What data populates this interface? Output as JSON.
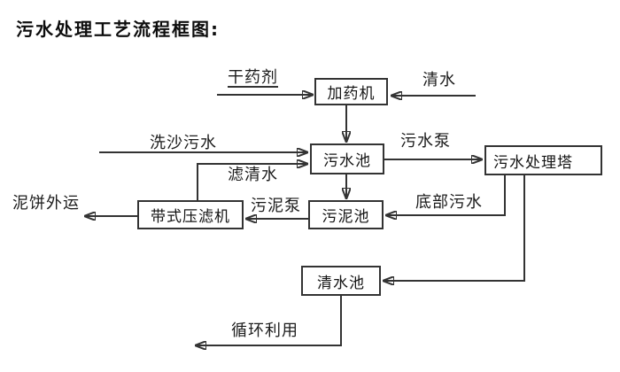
{
  "title": "污水处理工艺流程框图:",
  "colors": {
    "background": "#ffffff",
    "line": "#333333",
    "text": "#111111"
  },
  "diagram": {
    "type": "flowchart",
    "nodes": [
      {
        "id": "dosing-machine",
        "label": "加药机"
      },
      {
        "id": "sewage-pool",
        "label": "污水池"
      },
      {
        "id": "treatment-tower",
        "label": "污水处理塔"
      },
      {
        "id": "sludge-pool",
        "label": "污泥池"
      },
      {
        "id": "belt-filter-press",
        "label": "带式压滤机"
      },
      {
        "id": "clean-water-pool",
        "label": "清水池"
      }
    ],
    "edge_labels": [
      {
        "id": "dry-agent",
        "label": "干药剂"
      },
      {
        "id": "clean-water",
        "label": "清水"
      },
      {
        "id": "sand-washing-sewage",
        "label": "洗沙污水"
      },
      {
        "id": "filtered-water",
        "label": "滤清水"
      },
      {
        "id": "sewage-pump",
        "label": "污水泵"
      },
      {
        "id": "bottom-sewage",
        "label": "底部污水"
      },
      {
        "id": "sludge-pump",
        "label": "污泥泵"
      },
      {
        "id": "mud-cake-out",
        "label": "泥饼外运"
      },
      {
        "id": "recycle-use",
        "label": "循环利用"
      }
    ],
    "edges": [
      {
        "from": "dry-agent-input",
        "to": "dosing-machine",
        "label": "干药剂"
      },
      {
        "from": "clean-water-input",
        "to": "dosing-machine",
        "label": "清水"
      },
      {
        "from": "dosing-machine",
        "to": "sewage-pool",
        "label": ""
      },
      {
        "from": "sand-washing-input",
        "to": "sewage-pool",
        "label": "洗沙污水"
      },
      {
        "from": "belt-filter-press",
        "to": "sewage-pool",
        "label": "滤清水"
      },
      {
        "from": "sewage-pool",
        "to": "treatment-tower",
        "label": "污水泵"
      },
      {
        "from": "sewage-pool",
        "to": "sludge-pool",
        "label": ""
      },
      {
        "from": "treatment-tower",
        "to": "sludge-pool",
        "label": "底部污水"
      },
      {
        "from": "sludge-pool",
        "to": "belt-filter-press",
        "label": "污泥泵"
      },
      {
        "from": "belt-filter-press",
        "to": "mud-cake-output",
        "label": "泥饼外运"
      },
      {
        "from": "treatment-tower",
        "to": "clean-water-pool",
        "label": ""
      },
      {
        "from": "clean-water-pool",
        "to": "recycle-output",
        "label": "循环利用"
      }
    ]
  }
}
